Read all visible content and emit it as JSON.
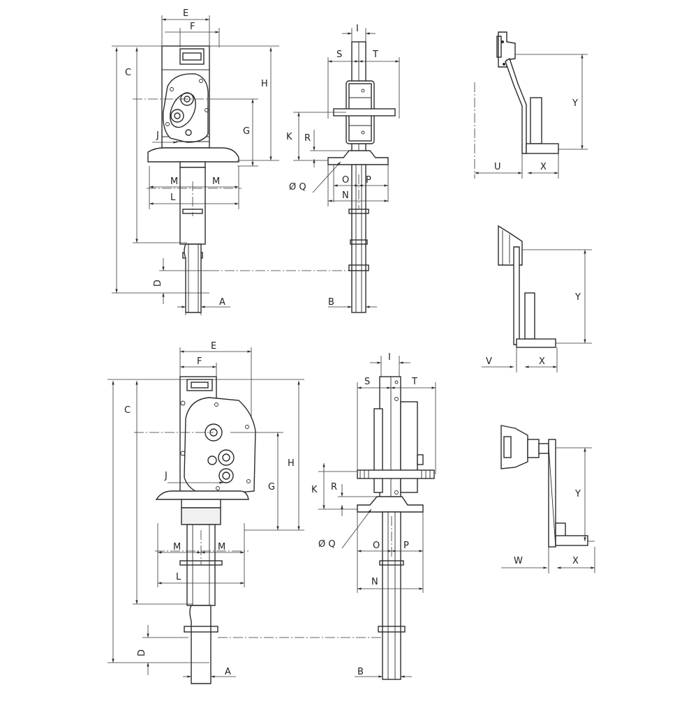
{
  "drawings": {
    "top_front": {
      "E": "E",
      "F": "F",
      "C": "C",
      "H": "H",
      "G": "G",
      "J": "J",
      "M1": "M",
      "M2": "M",
      "L": "L",
      "D": "D",
      "A": "A"
    },
    "top_side": {
      "I": "I",
      "S": "S",
      "T": "T",
      "K": "K",
      "R": "R",
      "Q": "Ø Q",
      "O": "O",
      "P": "P",
      "N": "N",
      "B": "B"
    },
    "bottom_front": {
      "E": "E",
      "F": "F",
      "C": "C",
      "H": "H",
      "G": "G",
      "J": "J",
      "M1": "M",
      "M2": "M",
      "L": "L",
      "D": "D",
      "A": "A"
    },
    "bottom_side": {
      "I": "I",
      "S": "S",
      "T": "T",
      "K": "K",
      "R": "R",
      "Q": "Ø Q",
      "O": "O",
      "P": "P",
      "N": "N",
      "B": "B"
    },
    "handle_1": {
      "U": "U",
      "X": "X",
      "Y": "Y"
    },
    "handle_2": {
      "V": "V",
      "X": "X",
      "Y": "Y"
    },
    "handle_3": {
      "W": "W",
      "X": "X",
      "Y": "Y"
    }
  }
}
